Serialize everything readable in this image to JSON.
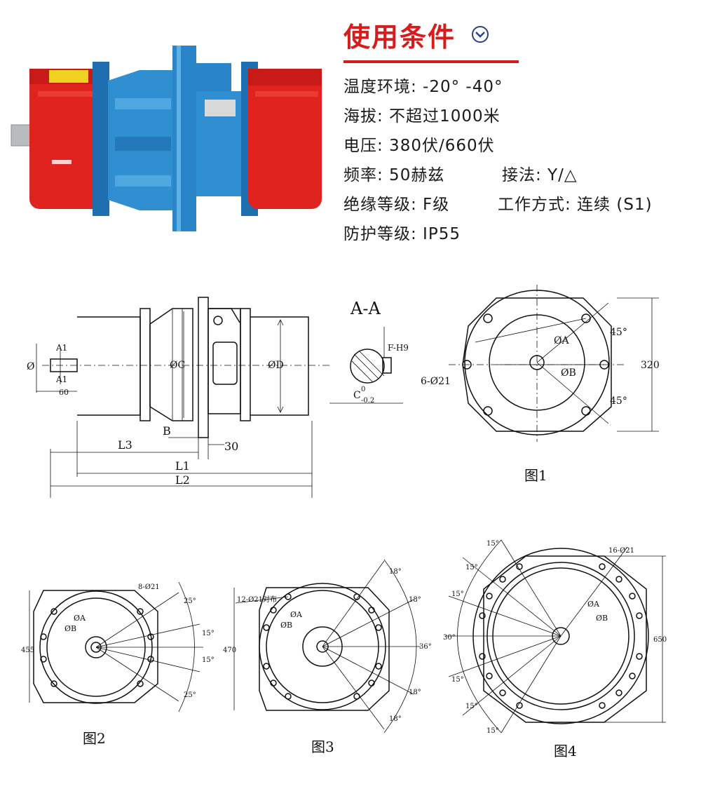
{
  "header": {
    "title": "使用条件"
  },
  "specs": {
    "row1": "温度环境: -20° -40°",
    "row2": "海拔: 不超过1000米",
    "row3": "电压: 380伏/660伏",
    "row4a": "频率: 50赫兹",
    "row4b": "接法: Y/△",
    "row5a": "绝缘等级: F级",
    "row5b": "工作方式: 连续 (S1)",
    "row6": "防护等级: IP55"
  },
  "colors": {
    "accent_red": "#d61c1c",
    "motor_blue": "#2f8fd0",
    "motor_red": "#e0231f"
  },
  "side_view": {
    "section_label": "A-A",
    "a1_top": "A1",
    "a1_bottom": "A1",
    "dim_60": "60",
    "phi": "Ø",
    "dim_phic": "ØC",
    "dim_phid": "ØD",
    "dim_b": "B",
    "dim_30": "30",
    "dim_l3": "L3",
    "dim_l1": "L1",
    "dim_l2": "L2",
    "key_fit": "F-H9",
    "tol_c": "C",
    "tol_sup": "0",
    "tol_sub": "-0.2"
  },
  "fig1": {
    "caption": "图1",
    "holes": "6-Ø21",
    "dim_a": "ØA",
    "dim_b": "ØB",
    "angle_top": "45°",
    "angle_bottom": "45°",
    "height": "320"
  },
  "fig2": {
    "caption": "图2",
    "holes": "8-Ø21",
    "dim_a": "ØA",
    "dim_b": "ØB",
    "angle1": "25°",
    "angle2": "15°",
    "angle3": "15°",
    "angle4": "25°",
    "height": "455"
  },
  "fig3": {
    "caption": "图3",
    "holes": "12-Ø21对布",
    "dim_a": "ØA",
    "dim_b": "ØB",
    "angle1": "18°",
    "angle2": "18°",
    "angle3": "36°",
    "angle4": "18°",
    "angle5": "18°",
    "height": "470"
  },
  "fig4": {
    "caption": "图4",
    "holes": "16-Ø21",
    "dim_a": "ØA",
    "dim_b": "ØB",
    "angle1": "15°",
    "angle2": "15°",
    "angle3": "15°",
    "angle4": "30°",
    "angle5": "15°",
    "angle6": "15°",
    "angle7": "15°",
    "height": "650"
  }
}
